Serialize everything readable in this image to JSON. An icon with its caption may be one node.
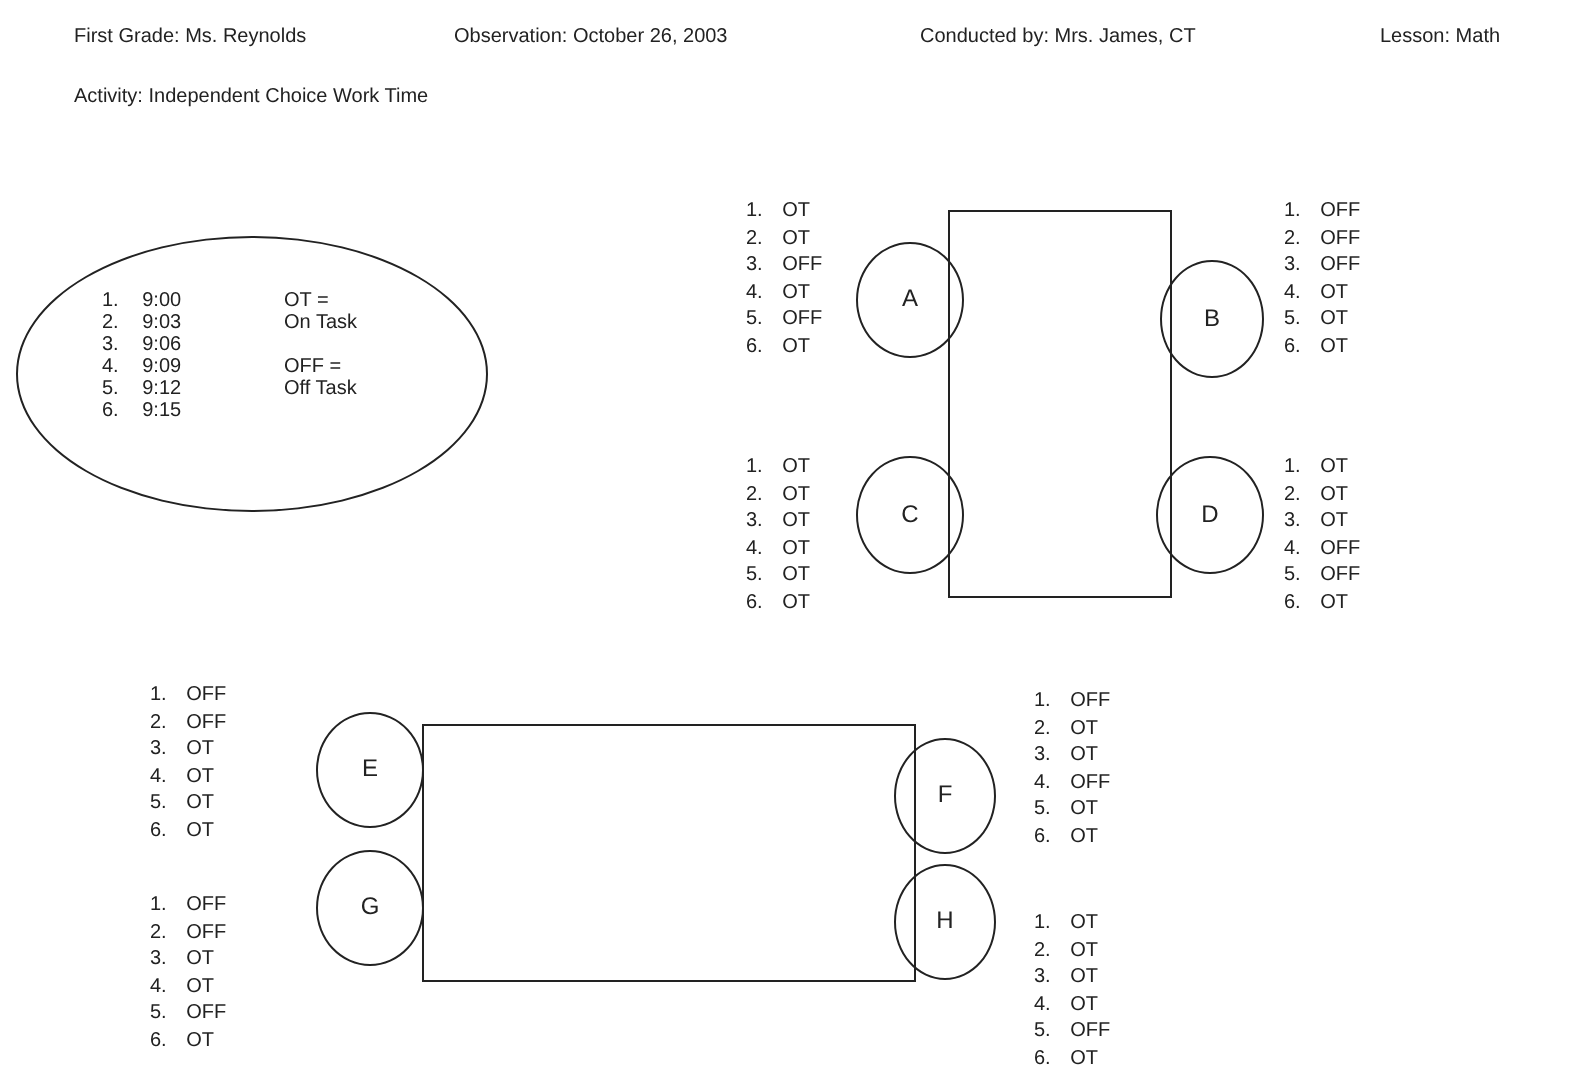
{
  "diagram": {
    "nodes": [
      {
        "text": [
          "1. 9:00",
          "2. 9:03",
          "3. 9:06",
          "4. 9:09",
          "5. 9:12",
          "6. 9:15",
          "OT =",
          "On Task",
          "OFF =",
          "Off Task"
        ]
      },
      {
        "text": [],
        "shape": "box"
      },
      {
        "text": [
          "A"
        ],
        "beside": [
          "1. OT",
          "2. OT",
          "3. OFF",
          "4. OT",
          "5. OFF",
          "6. OT"
        ]
      },
      {
        "text": [
          "B"
        ],
        "beside": [
          "1. OFF",
          "2. OFF",
          "3. OFF",
          "4. OT",
          "5. OT",
          "6. OT"
        ]
      },
      {
        "text": [
          "C"
        ],
        "beside": [
          "1. OT",
          "2. OT",
          "3. OT",
          "4. OT",
          "5. OT",
          "6. OT"
        ]
      },
      {
        "text": [
          "D"
        ],
        "beside": [
          "1. OT",
          "2. OT",
          "3. OT",
          "4. OFF",
          "5. OFF",
          "6. OT"
        ]
      },
      {
        "text": [],
        "shape": "box"
      },
      {
        "text": [
          "E"
        ],
        "beside": [
          "1. OFF",
          "2. OFF",
          "3. OT",
          "4. OT",
          "5. OT",
          "6. OT"
        ]
      },
      {
        "text": [
          "F"
        ],
        "beside": [
          "1. OFF",
          "2. OT",
          "3. OT",
          "4. OFF",
          "5. OT",
          "6. OT"
        ]
      },
      {
        "text": [
          "G"
        ],
        "beside": [
          "1. OFF",
          "2. OFF",
          "3. OT",
          "4. OT",
          "5. OFF",
          "6. OT"
        ]
      },
      {
        "text": [
          "H"
        ],
        "beside": [
          "1. OT",
          "2. OT",
          "3. OT",
          "4. OT",
          "5. OFF",
          "6. OT"
        ]
      }
    ],
    "edges": [],
    "labels": [
      "First Grade: Ms. Reynolds",
      "Observation: October 26, 2003",
      "Conducted by: Mrs. James, CT",
      "Lesson: Math",
      "Activity: Independent Choice Work Time"
    ]
  }
}
